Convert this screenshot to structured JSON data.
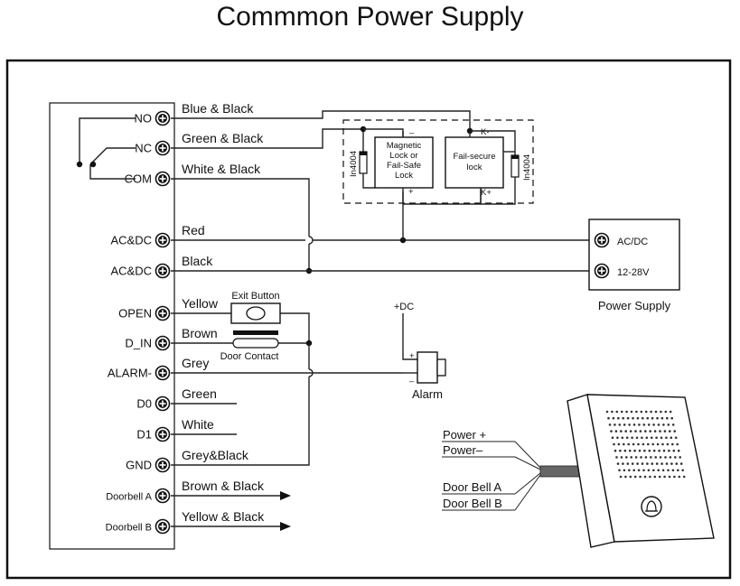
{
  "title": "Commmon Power Supply",
  "terminals": [
    {
      "label": "NO",
      "wire": "Blue & Black"
    },
    {
      "label": "NC",
      "wire": "Green & Black"
    },
    {
      "label": "COM",
      "wire": "White & Black"
    },
    {
      "label": "AC&DC",
      "wire": "Red"
    },
    {
      "label": "AC&DC",
      "wire": "Black"
    },
    {
      "label": "OPEN",
      "wire": "Yellow"
    },
    {
      "label": "D_IN",
      "wire": "Brown"
    },
    {
      "label": "ALARM-",
      "wire": "Grey"
    },
    {
      "label": "D0",
      "wire": "Green"
    },
    {
      "label": "D1",
      "wire": "White"
    },
    {
      "label": "GND",
      "wire": "Grey&Black"
    },
    {
      "label": "Doorbell A",
      "wire": "Brown & Black"
    },
    {
      "label": "Doorbell B",
      "wire": "Yellow & Black"
    }
  ],
  "locks": {
    "magnetic": [
      "Magnetic",
      "Lock or",
      "Fail-Safe",
      "Lock"
    ],
    "failsecure": [
      "Fail-secure",
      "lock"
    ],
    "diode": "In4004",
    "minus": "–",
    "plus": "+",
    "k_minus": "K-",
    "k_plus": "K+"
  },
  "power_supply": {
    "ac_dc": "AC/DC",
    "voltage": "12-28V",
    "caption": "Power Supply"
  },
  "exit_button": "Exit Button",
  "door_contact": "Door Contact",
  "alarm": {
    "dc": "+DC",
    "caption": "Alarm",
    "plus": "+",
    "minus": "–"
  },
  "doorbell_wires": [
    "Power +",
    "Power–",
    "Door Bell  A",
    "Door Bell  B"
  ]
}
